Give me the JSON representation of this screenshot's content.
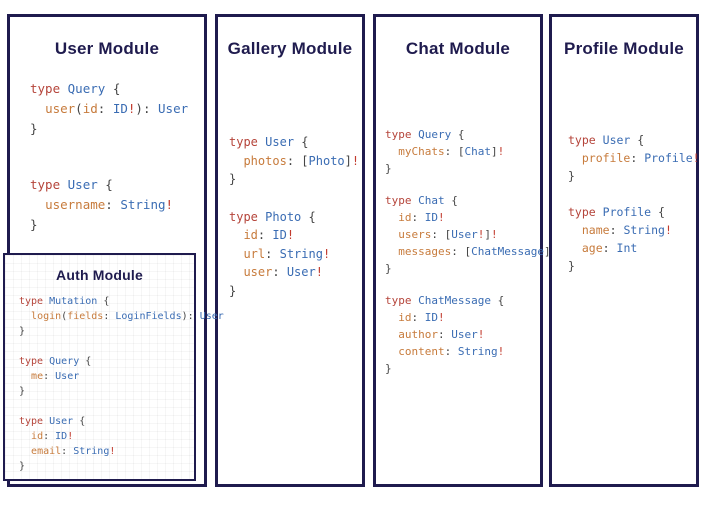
{
  "colors": {
    "border": "#1f1b4e",
    "title": "#1f1b4e",
    "keyword": "#b5443a",
    "type": "#3a6cb3",
    "field": "#c77b3c",
    "punct": "#454545",
    "bang": "#c23b2e"
  },
  "modules": [
    {
      "title": "User Module",
      "blocks": [
        [
          "type Query {",
          "  user(id: ID!): User",
          "}"
        ],
        [
          "type User {",
          "  username: String!",
          "}"
        ]
      ]
    },
    {
      "title": "Gallery Module",
      "blocks": [
        [
          "type User {",
          "  photos: [Photo]!",
          "}"
        ],
        [
          "type Photo {",
          "  id: ID!",
          "  url: String!",
          "  user: User!",
          "}"
        ]
      ]
    },
    {
      "title": "Chat Module",
      "blocks": [
        [
          "type Query {",
          "  myChats: [Chat]!",
          "}"
        ],
        [
          "type Chat {",
          "  id: ID!",
          "  users: [User!]!",
          "  messages: [ChatMessage]!",
          "}"
        ],
        [
          "type ChatMessage {",
          "  id: ID!",
          "  author: User!",
          "  content: String!",
          "}"
        ]
      ]
    },
    {
      "title": "Profile Module",
      "blocks": [
        [
          "type User {",
          "  profile: Profile!",
          "}"
        ],
        [
          "type Profile {",
          "  name: String!",
          "  age: Int",
          "}"
        ]
      ]
    },
    {
      "title": "Auth Module",
      "blocks": [
        [
          "type Mutation {",
          "  login(fields: LoginFields): User",
          "}"
        ],
        [
          "type Query {",
          "  me: User",
          "}"
        ],
        [
          "type User {",
          "  id: ID!",
          "  email: String!",
          "}"
        ]
      ]
    }
  ]
}
